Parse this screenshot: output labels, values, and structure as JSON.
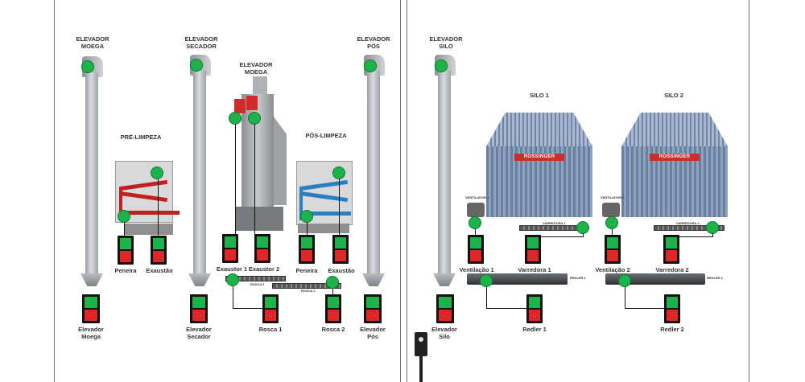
{
  "colors": {
    "green": "#1cb34a",
    "red": "#e02626",
    "switch_body": "#111111",
    "panel_line": "#777777"
  },
  "panel1": {
    "elevator_moega_title": "ELEVADOR\nMOEGA",
    "elevator_secador_title": "ELEVADOR\nSECADOR",
    "dryer_title": "ELEVADOR\nMOEGA",
    "elevator_pos_title": "ELEVADOR\nPÓS",
    "pre_limpeza_title": "PRÉ-LIMPEZA",
    "pos_limpeza_title": "PÓS-LIMPEZA",
    "labels": {
      "peneira_pre": "Peneira",
      "exaustao_pre": "Exaustão",
      "exaustor1": "Exaustor 1",
      "exaustor2": "Exaustor 2",
      "peneira_pos": "Peneira",
      "exaustao_pos": "Exaustão",
      "elev_moega": "Elevador\nMoega",
      "elev_secador": "Elevador\nSecador",
      "rosca1": "Rosca 1",
      "rosca2": "Rosca 2",
      "elev_pos": "Elevador\nPós"
    },
    "tiny": {
      "rosca1": "ROSCA 1",
      "rosca2": "ROSCA 2"
    }
  },
  "panel2": {
    "elevator_silo_title": "ELEVADOR\nSILO",
    "silo1_title": "SILO 1",
    "silo2_title": "SILO 2",
    "brand": "ROSSINGER",
    "labels": {
      "ventilacao1": "Ventilação 1",
      "varredora1": "Varredora 1",
      "ventilacao2": "Ventilação 2",
      "varredora2": "Varredora 2",
      "elev_silo": "Elevador\nSilo",
      "redler1": "Redler 1",
      "redler2": "Redler 2"
    },
    "tiny": {
      "vent1": "VENTILADOR 1",
      "varr1": "VARREDORA 1",
      "vent2": "VENTILADOR 2",
      "varr2": "VARREDORA 2",
      "redler1": "REDLER 1",
      "redler2": "REDLER 2"
    }
  }
}
